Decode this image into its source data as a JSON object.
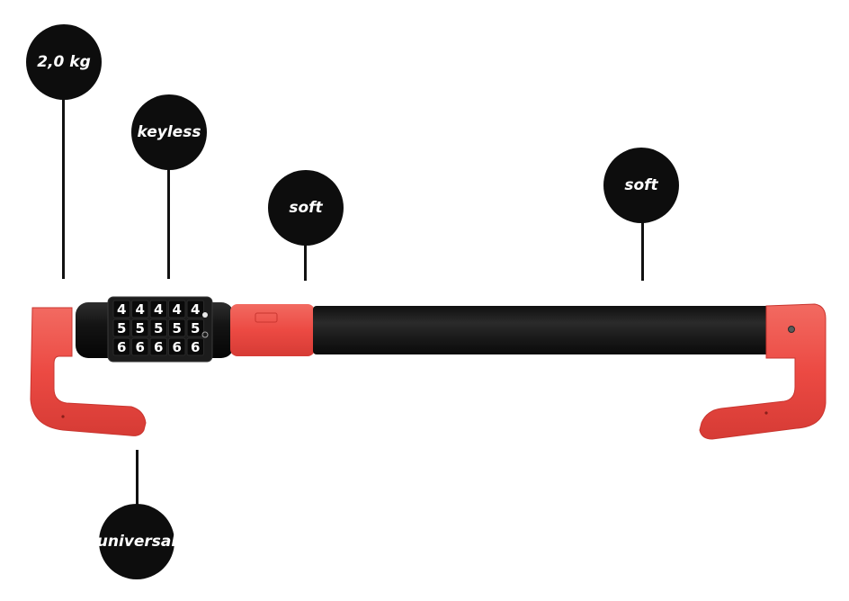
{
  "callouts": {
    "weight": {
      "label": "2,0 kg"
    },
    "keyless": {
      "label": "keyless"
    },
    "soft_sleeve": {
      "label": "soft"
    },
    "soft_bar": {
      "label": "soft"
    },
    "universal": {
      "label": "universal"
    }
  },
  "dial": {
    "rows": [
      [
        "4",
        "4",
        "4",
        "4",
        "4"
      ],
      [
        "5",
        "5",
        "5",
        "5",
        "5"
      ],
      [
        "6",
        "6",
        "6",
        "6",
        "6"
      ]
    ]
  },
  "colors": {
    "callout_bg": "#0d0d0d",
    "callout_text": "#ffffff",
    "leader_line": "#111111",
    "hook_red": "#ee4b44",
    "hook_red_dark": "#c9352f",
    "foam_black": "#1a1a1a",
    "lock_body": "#141414",
    "dial_ring": "#2a2a2a",
    "digit_color": "#ffffff"
  },
  "icons": {
    "product": "steering-wheel-lock-bar",
    "lock": "combination-lock-dial-icon"
  }
}
